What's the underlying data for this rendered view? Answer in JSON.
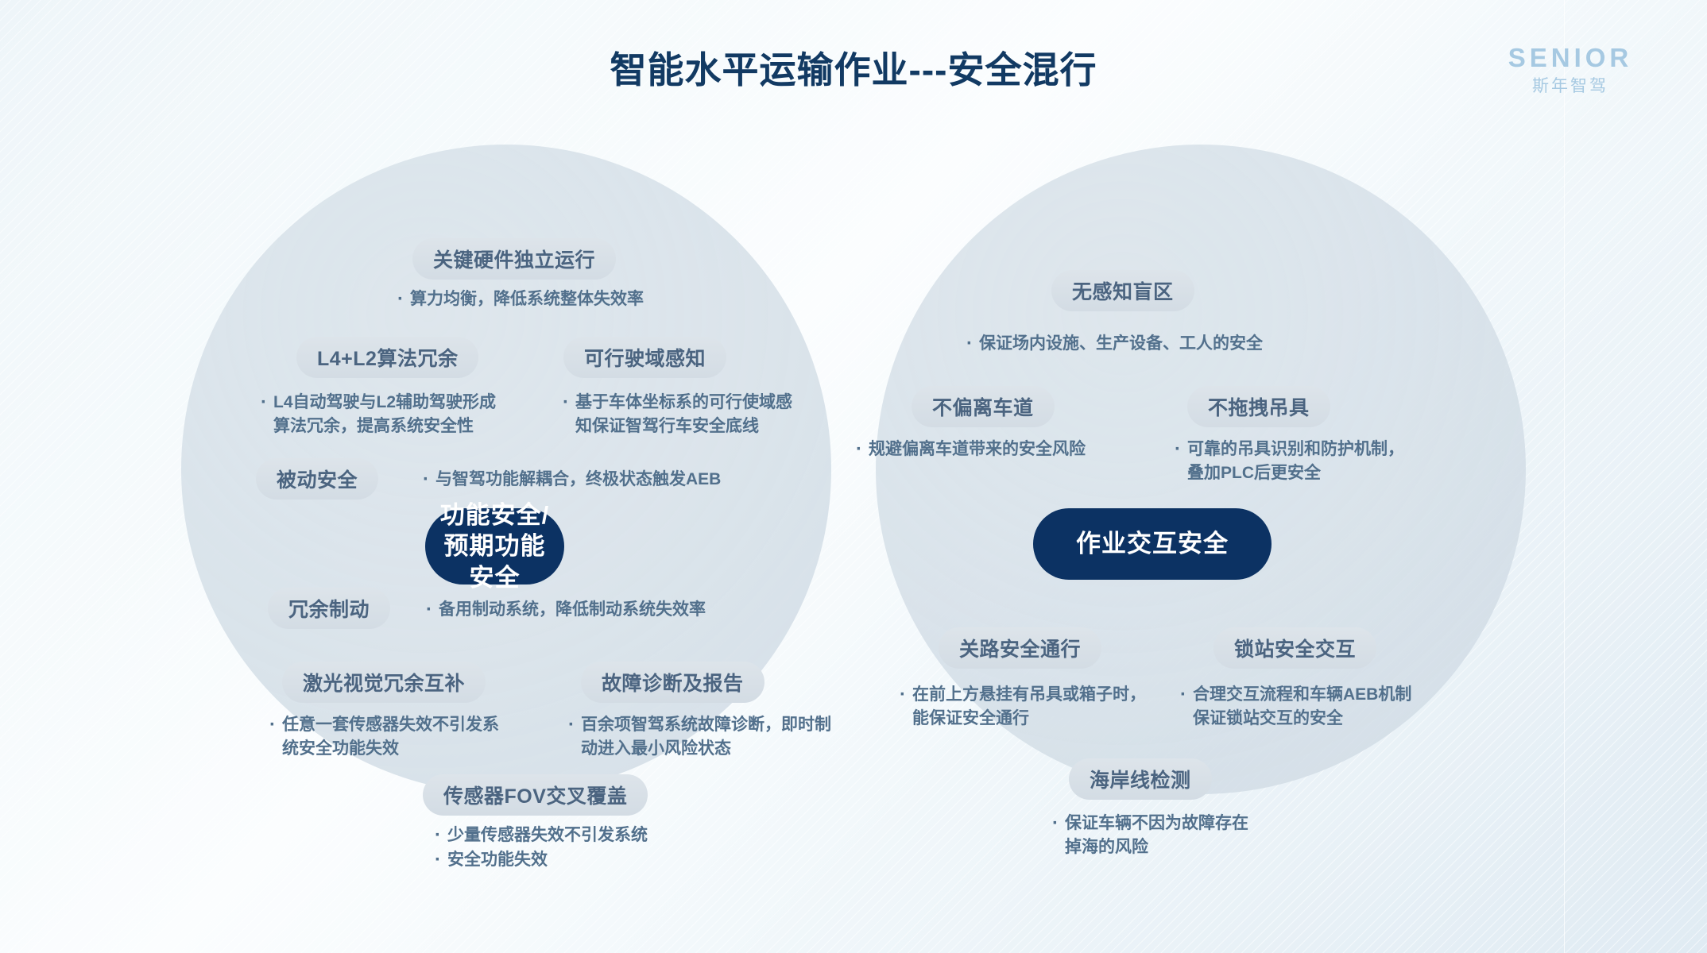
{
  "header": {
    "title": "智能水平运输作业---安全混行",
    "logo_en": "SENIOR",
    "logo_cn": "斯年智驾"
  },
  "theme": {
    "title_color": "#123a63",
    "core_bg": "#0c3263",
    "core_text": "#ffffff",
    "pill_bg": "#d7e0e7",
    "pill_text": "#4b6480",
    "body_text": "#52708c",
    "logo_color": "#a6c9e2",
    "circle_fill": "#d6e0e8"
  },
  "left_circle": {
    "core_label": "功能安全/\n预期功能安全",
    "items": [
      {
        "pill": "关键硬件独立运行",
        "desc": "算力均衡，降低系统整体失效率"
      },
      {
        "pill": "L4+L2算法冗余",
        "desc": "L4自动驾驶与L2辅助驾驶形成\n算法冗余，提高系统安全性"
      },
      {
        "pill": "可行驶域感知",
        "desc": "基于车体坐标系的可行使域感\n知保证智驾行车安全底线"
      },
      {
        "pill": "被动安全",
        "desc": "与智驾功能解耦合，终极状态触发AEB"
      },
      {
        "pill": "冗余制动",
        "desc": "备用制动系统，降低制动系统失效率"
      },
      {
        "pill": "激光视觉冗余互补",
        "desc": "任意一套传感器失效不引发系\n统安全功能失效"
      },
      {
        "pill": "故障诊断及报告",
        "desc": "百余项智驾系统故障诊断，即时制\n动进入最小风险状态"
      },
      {
        "pill": "传感器FOV交叉覆盖",
        "desc": "少量传感器失效不引发系统",
        "desc2": "安全功能失效"
      }
    ]
  },
  "right_circle": {
    "core_label": "作业交互安全",
    "items": [
      {
        "pill": "无感知盲区",
        "desc": "保证场内设施、生产设备、工人的安全"
      },
      {
        "pill": "不偏离车道",
        "desc": "规避偏离车道带来的安全风险"
      },
      {
        "pill": "不拖拽吊具",
        "desc": "可靠的吊具识别和防护机制，\n叠加PLC后更安全"
      },
      {
        "pill": "关路安全通行",
        "desc": "在前上方悬挂有吊具或箱子时，\n能保证安全通行"
      },
      {
        "pill": "锁站安全交互",
        "desc": "合理交互流程和车辆AEB机制\n保证锁站交互的安全"
      },
      {
        "pill": "海岸线检测",
        "desc": "保证车辆不因为故障存在\n掉海的风险"
      }
    ]
  }
}
